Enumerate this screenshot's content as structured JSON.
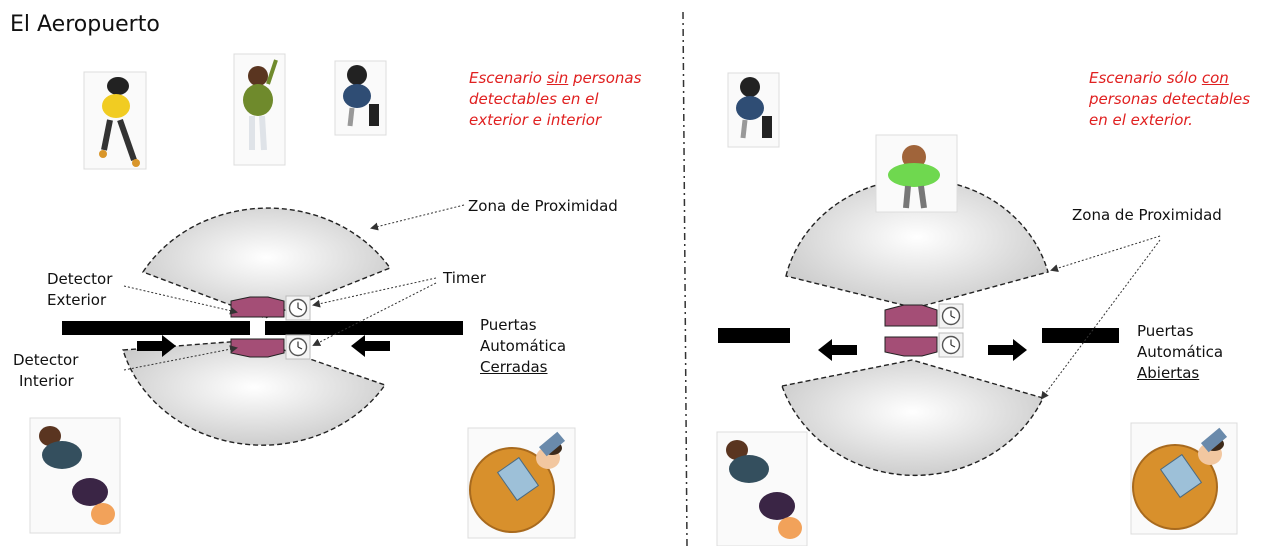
{
  "page_title": "El Aeropuerto",
  "colors": {
    "scenario_text": "#e02020",
    "detector_fill": "#a44e76",
    "zone_fill": "#d4d4d4",
    "door_fill": "#000000"
  },
  "left_scene": {
    "scenario_parts": [
      "Escenario ",
      "sin",
      " personas",
      "detectables en el",
      "exterior e interior"
    ],
    "zone_label": "Zona de Proximidad",
    "detector_exterior": [
      "Detector",
      "Exterior"
    ],
    "detector_interior": [
      "Detector",
      "Interior"
    ],
    "timer_label": "Timer",
    "doors": [
      "Puertas",
      "Automática",
      "Cerradas"
    ]
  },
  "right_scene": {
    "scenario_parts": [
      "Escenario sólo ",
      "con",
      "personas detectables",
      "en el exterior."
    ],
    "zone_label": "Zona de Proximidad",
    "doors": [
      "Puertas",
      "Automática",
      "Abiertas"
    ]
  }
}
